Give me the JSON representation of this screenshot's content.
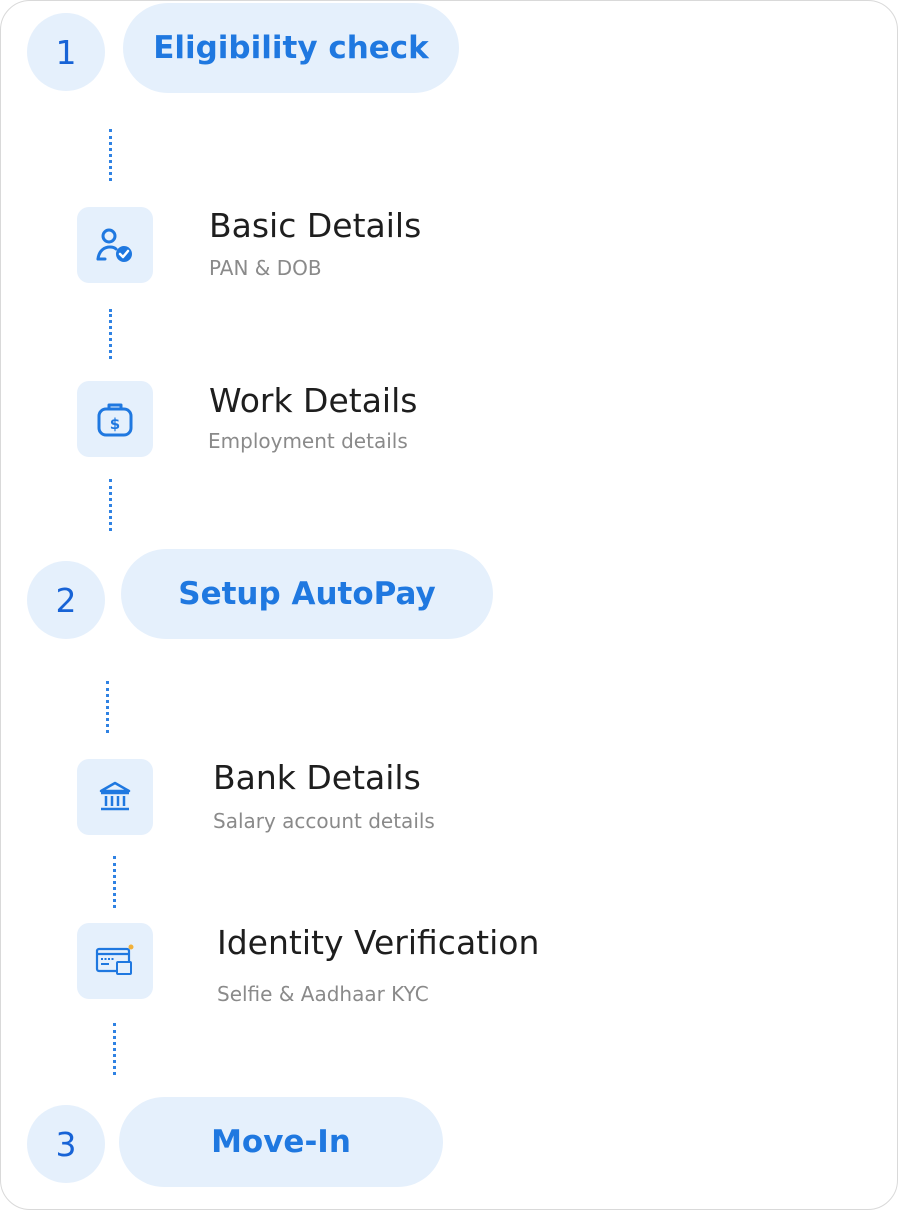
{
  "sections": [
    {
      "number": "1",
      "label": "Eligibility check"
    },
    {
      "number": "2",
      "label": "Setup AutoPay"
    },
    {
      "number": "3",
      "label": "Move-In"
    }
  ],
  "steps": [
    {
      "title": "Basic Details",
      "subtitle": "PAN & DOB",
      "icon": "user-check-icon"
    },
    {
      "title": "Work Details",
      "subtitle": "Employment details",
      "icon": "briefcase-dollar-icon"
    },
    {
      "title": "Bank Details",
      "subtitle": "Salary account details",
      "icon": "bank-icon"
    },
    {
      "title": "Identity Verification",
      "subtitle": "Selfie & Aadhaar KYC",
      "icon": "id-card-icon"
    }
  ],
  "colors": {
    "accent": "#1f78e0",
    "tile_background": "#e5f0fc",
    "dotted_line": "#2f82e3"
  }
}
